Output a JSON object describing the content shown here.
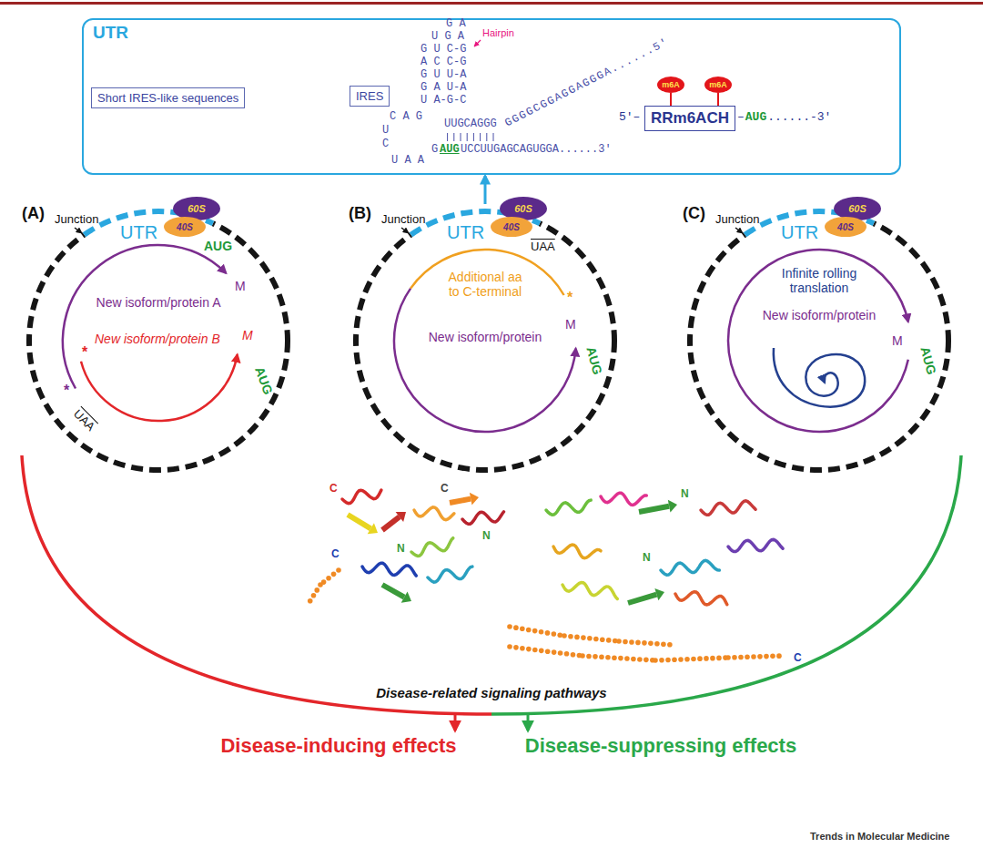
{
  "diagram": {
    "nodes": [
      {
        "text": [
          "UTR"
        ]
      },
      {
        "text": [
          "Short IRES-like sequences"
        ],
        "in": 0
      },
      {
        "text": [
          "IRES"
        ],
        "in": 0
      },
      {
        "text": [
          "RRm6ACH"
        ],
        "in": 0
      },
      {
        "text": [
          "m6A"
        ],
        "in": 0
      },
      {
        "text": [
          "m6A"
        ],
        "in": 0
      },
      {
        "text": [
          "(A)"
        ]
      },
      {
        "text": [
          "60S"
        ],
        "in": 6
      },
      {
        "text": [
          "40S"
        ],
        "in": 6
      },
      {
        "text": [
          "(B)"
        ]
      },
      {
        "text": [
          "60S"
        ],
        "in": 9
      },
      {
        "text": [
          "40S"
        ],
        "in": 9
      },
      {
        "text": [
          "(C)"
        ]
      },
      {
        "text": [
          "60S"
        ],
        "in": 12
      },
      {
        "text": [
          "40S"
        ],
        "in": 12
      }
    ],
    "edges": [
      {
        "from": 9,
        "to": 0,
        "arrow": "to"
      }
    ],
    "labels": [
      "G A",
      "U G A",
      "G U C-G",
      "A C C-G",
      "G U U-A",
      "G A U-A",
      "U A-G-C",
      "Hairpin",
      "GGGGCGGAGGAGGGA......5'",
      "UUGCAGGG",
      "C A G",
      "U",
      "C",
      "U A A",
      "G",
      "AUG",
      "UCCUUGAGCAGUGGA......3'",
      "5'–",
      "–",
      "AUG",
      "......-3'",
      "Junction",
      "UTR",
      "AUG",
      "New isoform/protein A",
      "M",
      "New isoform/protein B",
      "M",
      "UAA",
      "*",
      "*",
      "AUG",
      "Junction",
      "UTR",
      "UAA",
      "Additional aa to C-terminal",
      "*",
      "New isoform/protein",
      "M",
      "AUG",
      "Junction",
      "UTR",
      "Infinite rolling translation",
      "New isoform/protein",
      "M",
      "AUG",
      "C",
      "C",
      "N",
      "N",
      "C",
      "N",
      "N",
      "C",
      "Disease-related signaling pathways",
      "Disease-inducing effects",
      "Disease-suppressing effects",
      "Trends in Molecular Medicine"
    ]
  }
}
